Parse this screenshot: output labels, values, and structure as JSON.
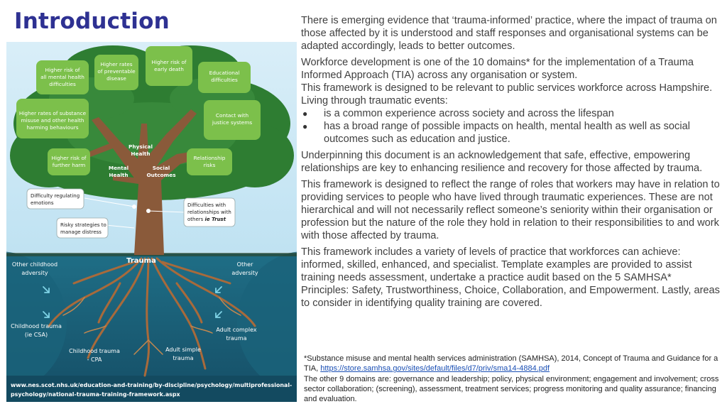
{
  "title": "Introduction",
  "figure": {
    "leaves": {
      "l1": "Higher risk of all mental health difficulties",
      "l2": "Higher rates of preventable disease",
      "l3": "Higher risk of early death",
      "l4": "Educational difficulties",
      "l5": "Higher rates of substance misuse and other health harming behaviours",
      "l6": "Contact with justice systems",
      "l7": "Higher risk of further harm",
      "l8": "Relationship risks"
    },
    "branches": {
      "physical": "Physical Health",
      "mental": "Mental Health",
      "social": "Social Outcomes"
    },
    "callouts": {
      "emotions": "Difficulty regulating emotions",
      "risky": "Risky strategies to manage distress",
      "relationships": "Difficulties with relationships with others",
      "relationships_em": "ie Trust"
    },
    "trunk_label": "Trauma",
    "ground": {
      "childhood_adversity": "Other childhood adversity",
      "other_adversity": "Other adversity",
      "childhood_trauma": "Childhood trauma (ie CSA)",
      "adult_complex": "Adult complex trauma",
      "childhood_cpa": "Childhood trauma - CPA",
      "adult_simple": "Adult simple trauma"
    },
    "url_line1": "www.nes.scot.nhs.uk/education-and-training/by-discipline/psychology/multiprofessional-",
    "url_line2": "psychology/national-trauma-training-framework.aspx"
  },
  "paragraphs": {
    "p1": "There is emerging evidence that ‘trauma-informed’ practice, where the impact of trauma on those affected by it is understood and staff responses and organisational systems can be adapted accordingly, leads to better outcomes.",
    "p2": "Workforce development is one of the 10 domains* for the implementation of a Trauma Informed Approach (TIA) across any organisation or system.",
    "p3": "This framework is designed to be relevant to public services workforce across Hampshire. Living through traumatic events:",
    "bullets": [
      "is a common experience across society and across the lifespan",
      "has a broad range of possible impacts on health, mental health as well as social outcomes such as education and justice."
    ],
    "p4": "Underpinning this document is an acknowledgement that safe, effective, empowering relationships are key to enhancing resilience and recovery for those affected by trauma.",
    "p5": "This framework is designed to reflect the range of roles that workers may have in relation to providing services to people who have lived through traumatic experiences. These are not hierarchical and will not necessarily reflect someone’s seniority within their organisation or profession but the nature of the role they hold in relation to their responsibilities to and work with those affected by trauma.",
    "p6": "This framework includes a variety of levels of practice that workforces can achieve: informed, skilled, enhanced, and specialist. Template examples are provided to assist training needs assessment, undertake a practice audit based on the 5 SAMHSA* Principles: Safety, Trustworthiness, Choice, Collaboration, and Empowerment. Lastly, areas to consider in identifying quality training are covered."
  },
  "footnote": {
    "line1": "*Substance misuse and mental health services administration (SAMHSA), 2014, Concept of Trauma and Guidance for a TIA,",
    "link": "https://store.samhsa.gov/sites/default/files/d7/priv/sma14-4884.pdf",
    "line2": "The other 9 domains are: governance and leadership; policy, physical environment; engagement and involvement; cross sector collaboration; (screening), assessment, treatment services; progress monitoring and quality assurance; financing and evaluation."
  }
}
